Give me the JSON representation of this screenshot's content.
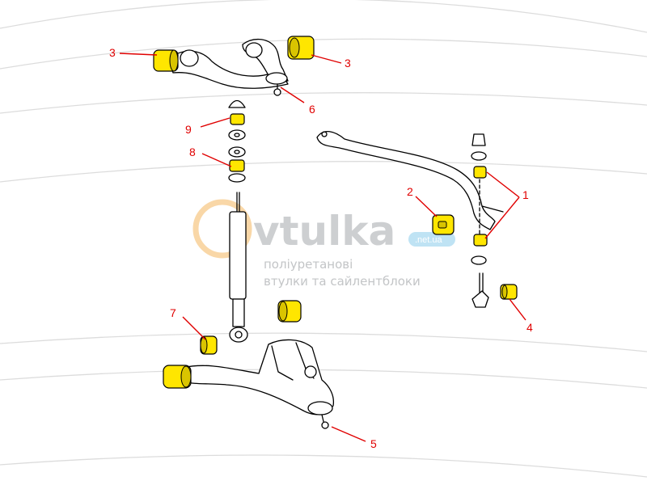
{
  "watermark": {
    "brand": "vtulka",
    "tld": ".net.ua",
    "tagline_1": "поліуретанові",
    "tagline_2": "втулки та сайлентблоки"
  },
  "callouts": [
    {
      "id": "c3a",
      "label": "3"
    },
    {
      "id": "c3b",
      "label": "3"
    },
    {
      "id": "c6",
      "label": "6"
    },
    {
      "id": "c9",
      "label": "9"
    },
    {
      "id": "c8",
      "label": "8"
    },
    {
      "id": "c2",
      "label": "2"
    },
    {
      "id": "c1",
      "label": "1"
    },
    {
      "id": "c7",
      "label": "7"
    },
    {
      "id": "c4",
      "label": "4"
    },
    {
      "id": "c5",
      "label": "5"
    }
  ],
  "colors": {
    "bushing": "#ffe600",
    "callout": "#e00000",
    "watermark_ring": "#f7c98a",
    "watermark_pill": "#bfe3f4"
  }
}
